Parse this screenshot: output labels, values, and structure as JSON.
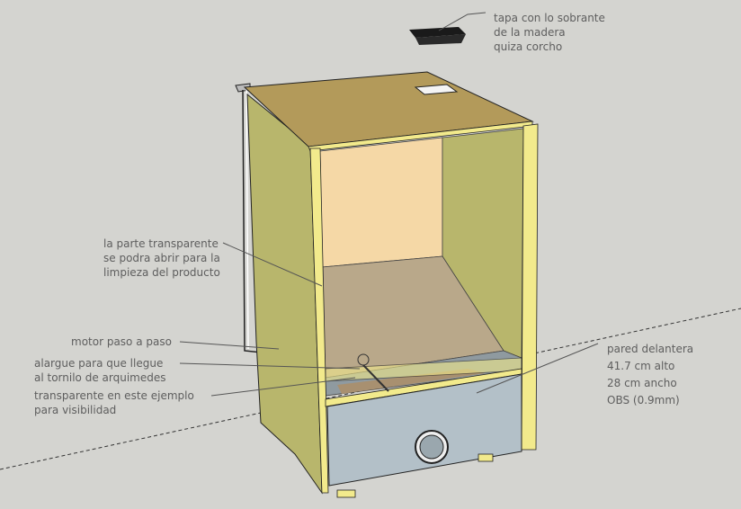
{
  "annotations": {
    "tapa": [
      "tapa con lo sobrante",
      "de la madera",
      "quiza corcho"
    ],
    "transparente": [
      "la parte transparente",
      "se podra abrir para la",
      "limpieza del producto"
    ],
    "motor": "motor paso a paso",
    "alargue": [
      "alargue para que llegue",
      "al tornilo de arquimedes"
    ],
    "visibilidad": [
      "transparente en este ejemplo",
      "para visibilidad"
    ],
    "pared": [
      "pared delantera",
      "41.7 cm  alto",
      "28 cm   ancho",
      "OBS (0.9mm)"
    ]
  },
  "colors": {
    "background": "#d4d4d0",
    "side_panel": "#b8b66c",
    "top": "#b39a5a",
    "back_wall": "#f5d8a6",
    "floor": "#b9a88a",
    "front_panel": "#b3c0c8",
    "edge": "#f2ea8c"
  }
}
